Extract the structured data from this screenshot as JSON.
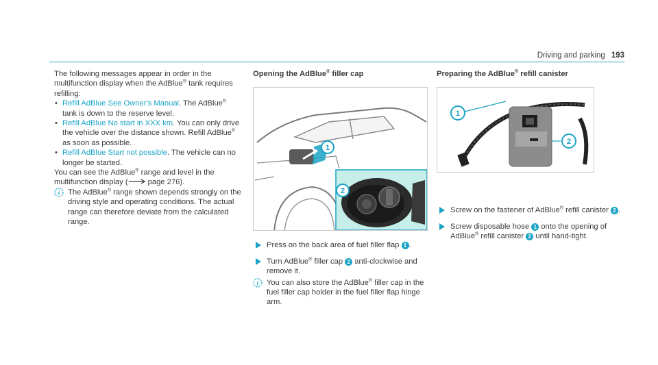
{
  "header": {
    "section": "Driving and parking",
    "page": "193"
  },
  "col1": {
    "intro": "The following messages appear in order in the multifunction display when the AdBlue",
    "intro_reg": "®",
    "intro_end": " tank requires refilling:",
    "bullets": [
      {
        "msg": "Refill AdBlue See Owner's Manual",
        "text_a": ". The AdBlue",
        "reg": "®",
        "text_b": " tank is down to the reserve level."
      },
      {
        "msg": "Refill AdBlue No start in XXX km",
        "text_a": ". You can only drive the vehicle over the distance shown. Refill AdBlue",
        "reg": "®",
        "text_b": " as soon as possible."
      },
      {
        "msg": "Refill AdBlue Start not possible",
        "text_a": ". The vehicle can no longer be started.",
        "reg": "",
        "text_b": ""
      }
    ],
    "range_a": "You can see the AdBlue",
    "range_reg": "®",
    "range_b": " range and level in the multifunction display (",
    "range_page": " page 276).",
    "note_a": "The AdBlue",
    "note_reg": "®",
    "note_b": " range shown depends strongly on the driving style and operating conditions. The actual range can therefore deviate from the calculated range."
  },
  "col2": {
    "heading_a": "Opening the AdBlue",
    "heading_reg": "®",
    "heading_b": " filler cap",
    "step1_a": "Press on the back area of fuel filler flap ",
    "step1_num": "1",
    "step1_b": ".",
    "step2_a": "Turn AdBlue",
    "step2_reg": "®",
    "step2_b": " filler cap ",
    "step2_num": "2",
    "step2_c": " anti-clockwise and remove it.",
    "note_a": "You can also store the AdBlue",
    "note_reg": "®",
    "note_b": " filler cap in the fuel filler cap holder in the fuel filler flap hinge arm.",
    "callout1": "1",
    "callout2": "2"
  },
  "col3": {
    "heading_a": "Preparing the AdBlue",
    "heading_reg": "®",
    "heading_b": " refill canister",
    "step1_a": "Screw on the fastener of AdBlue",
    "step1_reg": "®",
    "step1_b": " refill canister ",
    "step1_num": "2",
    "step1_c": ".",
    "step2_a": "Screw disposable hose ",
    "step2_num": "1",
    "step2_b": " onto the opening of AdBlue",
    "step2_reg": "®",
    "step2_c": " refill canister ",
    "step2_num2": "2",
    "step2_d": " until hand-tight.",
    "callout1": "1",
    "callout2": "2"
  },
  "colors": {
    "accent": "#1aa3c4",
    "text": "#3a3a3a",
    "inset_bg": "#c7efe9"
  },
  "icons": [
    "info-icon",
    "step-arrow-icon",
    "page-reference-arrow-icon"
  ]
}
